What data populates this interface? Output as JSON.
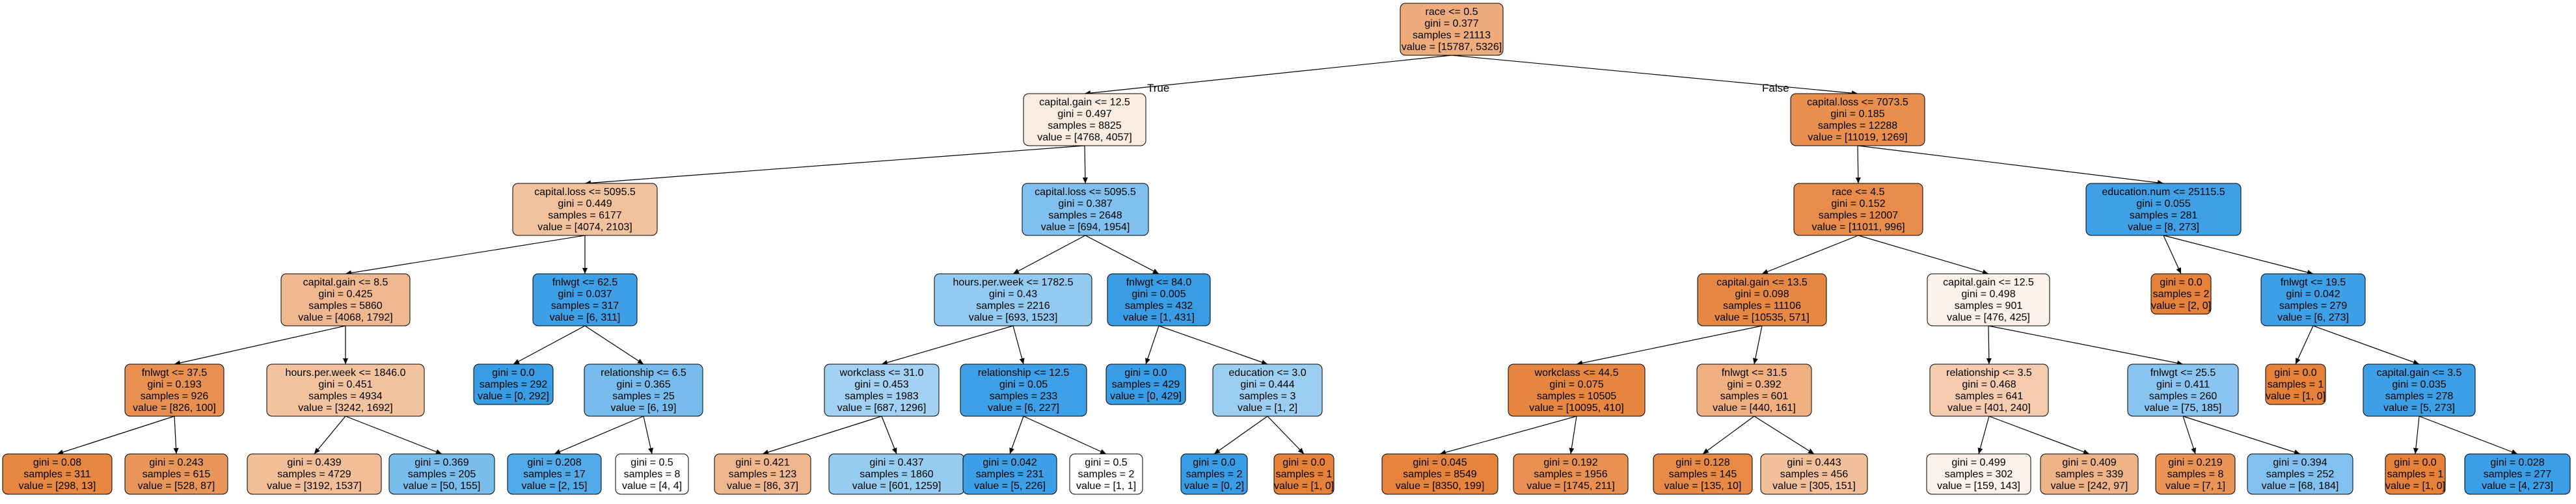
{
  "edge_labels": {
    "true": "True",
    "false": "False"
  },
  "nodes": [
    {
      "id": "n0",
      "level": 0,
      "lines": [
        "race <= 0.5",
        "gini = 0.377",
        "samples = 21113",
        "value = [15787, 5326]"
      ],
      "fill": "#eeab7c"
    },
    {
      "id": "n1",
      "level": 1,
      "parent": "n0",
      "lines": [
        "capital.gain <= 12.5",
        "gini = 0.497",
        "samples = 8825",
        "value = [4768, 4057]"
      ],
      "fill": "#fbece1"
    },
    {
      "id": "n2",
      "level": 1,
      "parent": "n0",
      "lines": [
        "capital.loss <= 7073.5",
        "gini = 0.185",
        "samples = 12288",
        "value = [11019, 1269]"
      ],
      "fill": "#e88f50"
    },
    {
      "id": "n3",
      "level": 2,
      "parent": "n1",
      "lines": [
        "capital.loss <= 5095.5",
        "gini = 0.449",
        "samples = 6177",
        "value = [4074, 2103]"
      ],
      "fill": "#f2c29f"
    },
    {
      "id": "n4",
      "level": 2,
      "parent": "n1",
      "lines": [
        "capital.loss <= 5095.5",
        "gini = 0.387",
        "samples = 2648",
        "value = [694, 1954]"
      ],
      "fill": "#7fc0ee"
    },
    {
      "id": "n5",
      "level": 2,
      "parent": "n2",
      "lines": [
        "race <= 4.5",
        "gini = 0.152",
        "samples = 12007",
        "value = [11011, 996]"
      ],
      "fill": "#e78c4b"
    },
    {
      "id": "n6",
      "level": 2,
      "parent": "n2",
      "lines": [
        "education.num <= 25115.5",
        "gini = 0.055",
        "samples = 281",
        "value = [8, 273]"
      ],
      "fill": "#3fa0e6"
    },
    {
      "id": "n7",
      "level": 3,
      "parent": "n3",
      "lines": [
        "capital.gain <= 8.5",
        "gini = 0.425",
        "samples = 5860",
        "value = [4068, 1792]"
      ],
      "fill": "#f0b890"
    },
    {
      "id": "n8",
      "level": 3,
      "parent": "n3",
      "lines": [
        "fnlwgt <= 62.5",
        "gini = 0.037",
        "samples = 317",
        "value = [6, 311]"
      ],
      "fill": "#3d9fe6"
    },
    {
      "id": "n9",
      "level": 3,
      "parent": "n4",
      "lines": [
        "hours.per.week <= 1782.5",
        "gini = 0.43",
        "samples = 2216",
        "value = [693, 1523]"
      ],
      "fill": "#93caf1"
    },
    {
      "id": "n10",
      "level": 3,
      "parent": "n4",
      "lines": [
        "fnlwgt <= 84.0",
        "gini = 0.005",
        "samples = 432",
        "value = [1, 431]"
      ],
      "fill": "#399de5"
    },
    {
      "id": "n11",
      "level": 3,
      "parent": "n5",
      "lines": [
        "capital.gain <= 13.5",
        "gini = 0.098",
        "samples = 11106",
        "value = [10535, 571]"
      ],
      "fill": "#e68844"
    },
    {
      "id": "n12",
      "level": 3,
      "parent": "n5",
      "lines": [
        "capital.gain <= 12.5",
        "gini = 0.498",
        "samples = 901",
        "value = [476, 425]"
      ],
      "fill": "#fcf1ea"
    },
    {
      "id": "n13",
      "level": 3,
      "parent": "n6",
      "lines": [
        "gini = 0.0",
        "samples = 2",
        "value = [2, 0]"
      ],
      "fill": "#e58139"
    },
    {
      "id": "n14",
      "level": 3,
      "parent": "n6",
      "lines": [
        "fnlwgt <= 19.5",
        "gini = 0.042",
        "samples = 279",
        "value = [6, 273]"
      ],
      "fill": "#3d9fe6"
    },
    {
      "id": "n15",
      "level": 4,
      "parent": "n7",
      "lines": [
        "fnlwgt <= 37.5",
        "gini = 0.193",
        "samples = 926",
        "value = [826, 100]"
      ],
      "fill": "#e89051"
    },
    {
      "id": "n16",
      "level": 4,
      "parent": "n7",
      "lines": [
        "hours.per.week <= 1846.0",
        "gini = 0.451",
        "samples = 4934",
        "value = [3242, 1692]"
      ],
      "fill": "#f3c3a0"
    },
    {
      "id": "n17",
      "level": 4,
      "parent": "n8",
      "lines": [
        "gini = 0.0",
        "samples = 292",
        "value = [0, 292]"
      ],
      "fill": "#399de5"
    },
    {
      "id": "n18",
      "level": 4,
      "parent": "n8",
      "lines": [
        "relationship <= 6.5",
        "gini = 0.365",
        "samples = 25",
        "value = [6, 19]"
      ],
      "fill": "#78bced"
    },
    {
      "id": "n19",
      "level": 4,
      "parent": "n9",
      "lines": [
        "workclass <= 31.0",
        "gini = 0.453",
        "samples = 1983",
        "value = [687, 1296]"
      ],
      "fill": "#a2d1f3"
    },
    {
      "id": "n20",
      "level": 4,
      "parent": "n9",
      "lines": [
        "relationship <= 12.5",
        "gini = 0.05",
        "samples = 233",
        "value = [6, 227]"
      ],
      "fill": "#3ea0e6"
    },
    {
      "id": "n21",
      "level": 4,
      "parent": "n10",
      "lines": [
        "gini = 0.0",
        "samples = 429",
        "value = [0, 429]"
      ],
      "fill": "#399de5"
    },
    {
      "id": "n22",
      "level": 4,
      "parent": "n10",
      "lines": [
        "education <= 3.0",
        "gini = 0.444",
        "samples = 3",
        "value = [1, 2]"
      ],
      "fill": "#9ccef2"
    },
    {
      "id": "n23",
      "level": 4,
      "parent": "n11",
      "lines": [
        "workclass <= 44.5",
        "gini = 0.075",
        "samples = 10505",
        "value = [10095, 410]"
      ],
      "fill": "#e68641"
    },
    {
      "id": "n24",
      "level": 4,
      "parent": "n11",
      "lines": [
        "fnlwgt <= 31.5",
        "gini = 0.392",
        "samples = 601",
        "value = [440, 161]"
      ],
      "fill": "#efaf81"
    },
    {
      "id": "n25",
      "level": 4,
      "parent": "n12",
      "lines": [
        "relationship <= 3.5",
        "gini = 0.468",
        "samples = 641",
        "value = [401, 240]"
      ],
      "fill": "#f5ccb0"
    },
    {
      "id": "n26",
      "level": 4,
      "parent": "n12",
      "lines": [
        "fnlwgt <= 25.5",
        "gini = 0.411",
        "samples = 260",
        "value = [75, 185]"
      ],
      "fill": "#89c5f0"
    },
    {
      "id": "n27",
      "level": 4,
      "parent": "n14",
      "lines": [
        "gini = 0.0",
        "samples = 1",
        "value = [1, 0]"
      ],
      "fill": "#e58139"
    },
    {
      "id": "n28",
      "level": 4,
      "parent": "n14",
      "lines": [
        "capital.gain <= 3.5",
        "gini = 0.035",
        "samples = 278",
        "value = [5, 273]"
      ],
      "fill": "#3d9fe5"
    },
    {
      "id": "n29",
      "level": 5,
      "parent": "n15",
      "lines": [
        "gini = 0.08",
        "samples = 311",
        "value = [298, 13]"
      ],
      "fill": "#e68742"
    },
    {
      "id": "n30",
      "level": 5,
      "parent": "n15",
      "lines": [
        "gini = 0.243",
        "samples = 615",
        "value = [528, 87]"
      ],
      "fill": "#e9965a"
    },
    {
      "id": "n31",
      "level": 5,
      "parent": "n16",
      "lines": [
        "gini = 0.439",
        "samples = 4729",
        "value = [3192, 1537]"
      ],
      "fill": "#f2be98"
    },
    {
      "id": "n32",
      "level": 5,
      "parent": "n16",
      "lines": [
        "gini = 0.369",
        "samples = 205",
        "value = [50, 155]"
      ],
      "fill": "#79bded"
    },
    {
      "id": "n33",
      "level": 5,
      "parent": "n18",
      "lines": [
        "gini = 0.208",
        "samples = 17",
        "value = [2, 15]"
      ],
      "fill": "#53aae8"
    },
    {
      "id": "n34",
      "level": 5,
      "parent": "n18",
      "lines": [
        "gini = 0.5",
        "samples = 8",
        "value = [4, 4]"
      ],
      "fill": "#ffffff"
    },
    {
      "id": "n35",
      "level": 5,
      "parent": "n19",
      "lines": [
        "gini = 0.421",
        "samples = 123",
        "value = [86, 37]"
      ],
      "fill": "#f0b78e"
    },
    {
      "id": "n36",
      "level": 5,
      "parent": "n19",
      "lines": [
        "gini = 0.437",
        "samples = 1860",
        "value = [601, 1259]"
      ],
      "fill": "#97ccf1"
    },
    {
      "id": "n37",
      "level": 5,
      "parent": "n20",
      "lines": [
        "gini = 0.042",
        "samples = 231",
        "value = [5, 226]"
      ],
      "fill": "#3d9fe6"
    },
    {
      "id": "n38",
      "level": 5,
      "parent": "n20",
      "lines": [
        "gini = 0.5",
        "samples = 2",
        "value = [1, 1]"
      ],
      "fill": "#ffffff"
    },
    {
      "id": "n39",
      "level": 5,
      "parent": "n22",
      "lines": [
        "gini = 0.0",
        "samples = 2",
        "value = [0, 2]"
      ],
      "fill": "#399de5"
    },
    {
      "id": "n40",
      "level": 5,
      "parent": "n22",
      "lines": [
        "gini = 0.0",
        "samples = 1",
        "value = [1, 0]"
      ],
      "fill": "#e58139"
    },
    {
      "id": "n41",
      "level": 5,
      "parent": "n23",
      "lines": [
        "gini = 0.045",
        "samples = 8549",
        "value = [8350, 199]"
      ],
      "fill": "#e6843e"
    },
    {
      "id": "n42",
      "level": 5,
      "parent": "n23",
      "lines": [
        "gini = 0.192",
        "samples = 1956",
        "value = [1745, 211]"
      ],
      "fill": "#e89051"
    },
    {
      "id": "n43",
      "level": 5,
      "parent": "n24",
      "lines": [
        "gini = 0.128",
        "samples = 145",
        "value = [135, 10]"
      ],
      "fill": "#e78a48"
    },
    {
      "id": "n44",
      "level": 5,
      "parent": "n24",
      "lines": [
        "gini = 0.443",
        "samples = 456",
        "value = [305, 151]"
      ],
      "fill": "#f2bf9b"
    },
    {
      "id": "n45",
      "level": 5,
      "parent": "n25",
      "lines": [
        "gini = 0.499",
        "samples = 302",
        "value = [159, 143]"
      ],
      "fill": "#fcf2eb"
    },
    {
      "id": "n46",
      "level": 5,
      "parent": "n25",
      "lines": [
        "gini = 0.409",
        "samples = 339",
        "value = [242, 97]"
      ],
      "fill": "#efb388"
    },
    {
      "id": "n47",
      "level": 5,
      "parent": "n26",
      "lines": [
        "gini = 0.219",
        "samples = 8",
        "value = [7, 1]"
      ],
      "fill": "#e99355"
    },
    {
      "id": "n48",
      "level": 5,
      "parent": "n26",
      "lines": [
        "gini = 0.394",
        "samples = 252",
        "value = [68, 184]"
      ],
      "fill": "#82c1ef"
    },
    {
      "id": "n49",
      "level": 5,
      "parent": "n28",
      "lines": [
        "gini = 0.0",
        "samples = 1",
        "value = [1, 0]"
      ],
      "fill": "#e58139"
    },
    {
      "id": "n50",
      "level": 5,
      "parent": "n28",
      "lines": [
        "gini = 0.028",
        "samples = 277",
        "value = [4, 273]"
      ],
      "fill": "#3c9ee5"
    }
  ]
}
